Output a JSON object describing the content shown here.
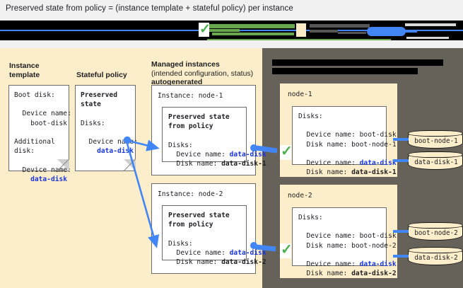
{
  "caption": "Preserved state from policy = (instance template + stateful policy) per instance",
  "legend": {
    "check_icon": "green-check",
    "redacted": true
  },
  "columns": {
    "instance_template": {
      "heading_line1": "Instance",
      "heading_line2": "template",
      "card_lines": [
        "Boot disk:",
        "",
        "  Device name:",
        "    boot-disk",
        "",
        "Additional",
        "disk:",
        "",
        "  Device name:"
      ],
      "card_highlight": "    data-disk"
    },
    "stateful_policy": {
      "heading_line1": "Stateful policy",
      "card_title_line1": "Preserved",
      "card_title_line2": "state",
      "card_lines": [
        "",
        "Disks:",
        "",
        "  Device name:"
      ],
      "card_highlight": "    data-disk"
    },
    "managed_instances": {
      "heading_line1": "Managed instances",
      "heading_line2": "(intended configuration, status)",
      "heading_line3": "autogenerated",
      "instances": [
        {
          "title": "Instance: node-1",
          "inner_title_line1": "Preserved state",
          "inner_title_line2": "from policy",
          "disks_label": "Disks:",
          "device_label": "  Device name: ",
          "device_value": "data-disk",
          "diskname_label": "  Disk name: ",
          "diskname_value": "data-disk-1"
        },
        {
          "title": "Instance: node-2",
          "inner_title_line1": "Preserved state",
          "inner_title_line2": "from policy",
          "disks_label": "Disks:",
          "device_label": "  Device name: ",
          "device_value": "data-disk",
          "diskname_label": "  Disk name: ",
          "diskname_value": "data-disk-2"
        }
      ]
    },
    "actual_state": {
      "redacted_heading_1": "",
      "redacted_heading_2": "",
      "nodes": [
        {
          "title": "node-1",
          "disks_label": "Disks:",
          "boot_device_label": "  Device name: ",
          "boot_device_value": "boot-disk",
          "boot_diskname_label": "  Disk name: ",
          "boot_diskname_value": "boot-node-1",
          "data_device_label": "  Device name: ",
          "data_device_value": "data-disk",
          "data_diskname_label": "  Disk name: ",
          "data_diskname_value": "data-disk-1",
          "disk_boot": "boot-node-1",
          "disk_data": "data-disk-1"
        },
        {
          "title": "node-2",
          "disks_label": "Disks:",
          "boot_device_label": "  Device name: ",
          "boot_device_value": "boot-disk",
          "boot_diskname_label": "  Disk name: ",
          "boot_diskname_value": "boot-node-2",
          "data_device_label": "  Device name: ",
          "data_device_value": "data-disk",
          "data_diskname_label": "  Disk name: ",
          "data_diskname_value": "data-disk-2",
          "disk_boot": "boot-node-2",
          "disk_data": "data-disk-2"
        }
      ]
    }
  },
  "colors": {
    "cream_panel": "#fdeecb",
    "gray_panel": "#666159",
    "blue_accent": "#4285f4",
    "blue_text": "#1a36d8",
    "green_check": "#4caf50",
    "card_border": "#6b6b6b"
  },
  "icons": {
    "check": "✓"
  }
}
